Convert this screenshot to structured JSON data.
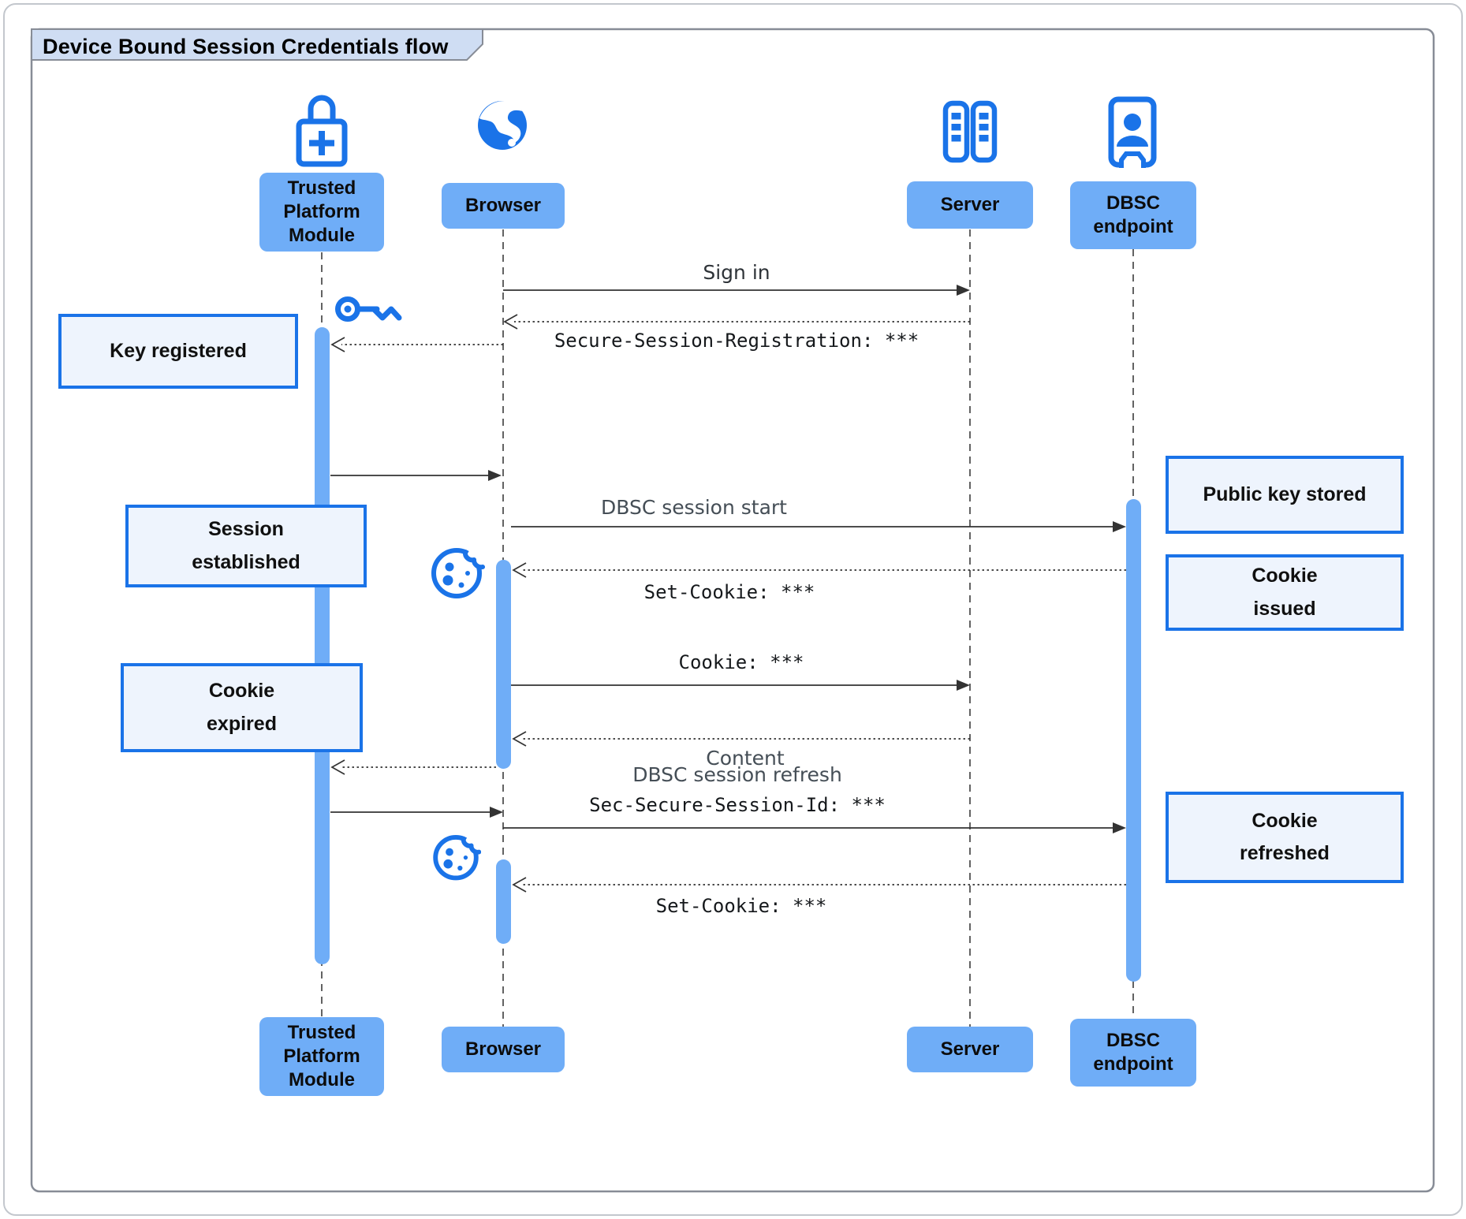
{
  "title": "Device Bound Session Credentials flow",
  "diagram": "sequence",
  "colors": {
    "accent": "#1a73e8",
    "activation": "#6fadf7",
    "note_fill": "#eef4fd",
    "tab_fill": "#cfddf3",
    "frame_border": "#878c96",
    "arrow": "#333333"
  },
  "participants": [
    {
      "name": "Trusted Platform Module",
      "label": "Trusted\nPlatform\nModule",
      "icon": "lock-plus-icon"
    },
    {
      "name": "Browser",
      "label": "Browser",
      "icon": "globe-icon"
    },
    {
      "name": "Server",
      "label": "Server",
      "icon": "server-rack-icon"
    },
    {
      "name": "DBSC endpoint",
      "label": "DBSC\nendpoint",
      "icon": "booth-person-icon"
    }
  ],
  "messages": [
    {
      "from": "Browser",
      "to": "Server",
      "line": "solid",
      "label": "Sign in",
      "font": "sans"
    },
    {
      "from": "Server",
      "to": "Browser",
      "line": "dotted",
      "label": "Secure-Session-Registration: ***",
      "font": "mono"
    },
    {
      "from": "Browser",
      "to": "Trusted Platform Module",
      "line": "dotted",
      "label": "",
      "icon": "key-icon"
    },
    {
      "from": "Trusted Platform Module",
      "to": "Browser",
      "line": "solid",
      "label": ""
    },
    {
      "from": "Browser",
      "to": "DBSC endpoint",
      "line": "solid",
      "label": "DBSC session start",
      "font": "sans"
    },
    {
      "from": "DBSC endpoint",
      "to": "Browser",
      "line": "dotted",
      "label": "Set-Cookie: ***",
      "font": "mono",
      "icon": "cookie-icon"
    },
    {
      "from": "Browser",
      "to": "Server",
      "line": "solid",
      "label": "Cookie: ***",
      "font": "mono"
    },
    {
      "from": "Server",
      "to": "Browser",
      "line": "dotted",
      "label": "Content",
      "font": "sans"
    },
    {
      "from": "Browser",
      "to": "Trusted Platform Module",
      "line": "dotted",
      "label": ""
    },
    {
      "from": "Trusted Platform Module",
      "to": "Browser",
      "line": "solid",
      "label": ""
    },
    {
      "from": "Browser",
      "to": "DBSC endpoint",
      "line": "solid",
      "label": "DBSC session refresh",
      "sublabel": "Sec-Secure-Session-Id: ***",
      "font": "sans+mono",
      "icon": "cookie-icon"
    },
    {
      "from": "DBSC endpoint",
      "to": "Browser",
      "line": "dotted",
      "label": "Set-Cookie: ***",
      "font": "mono"
    }
  ],
  "notes": [
    {
      "anchor": "Trusted Platform Module",
      "text": "Key registered"
    },
    {
      "anchor": "Trusted Platform Module",
      "text": "Session\nestablished"
    },
    {
      "anchor": "DBSC endpoint",
      "text": "Public key stored"
    },
    {
      "anchor": "DBSC endpoint",
      "text": "Cookie\nissued"
    },
    {
      "anchor": "Trusted Platform Module",
      "text": "Cookie\nexpired"
    },
    {
      "anchor": "DBSC endpoint",
      "text": "Cookie\nrefreshed"
    }
  ]
}
